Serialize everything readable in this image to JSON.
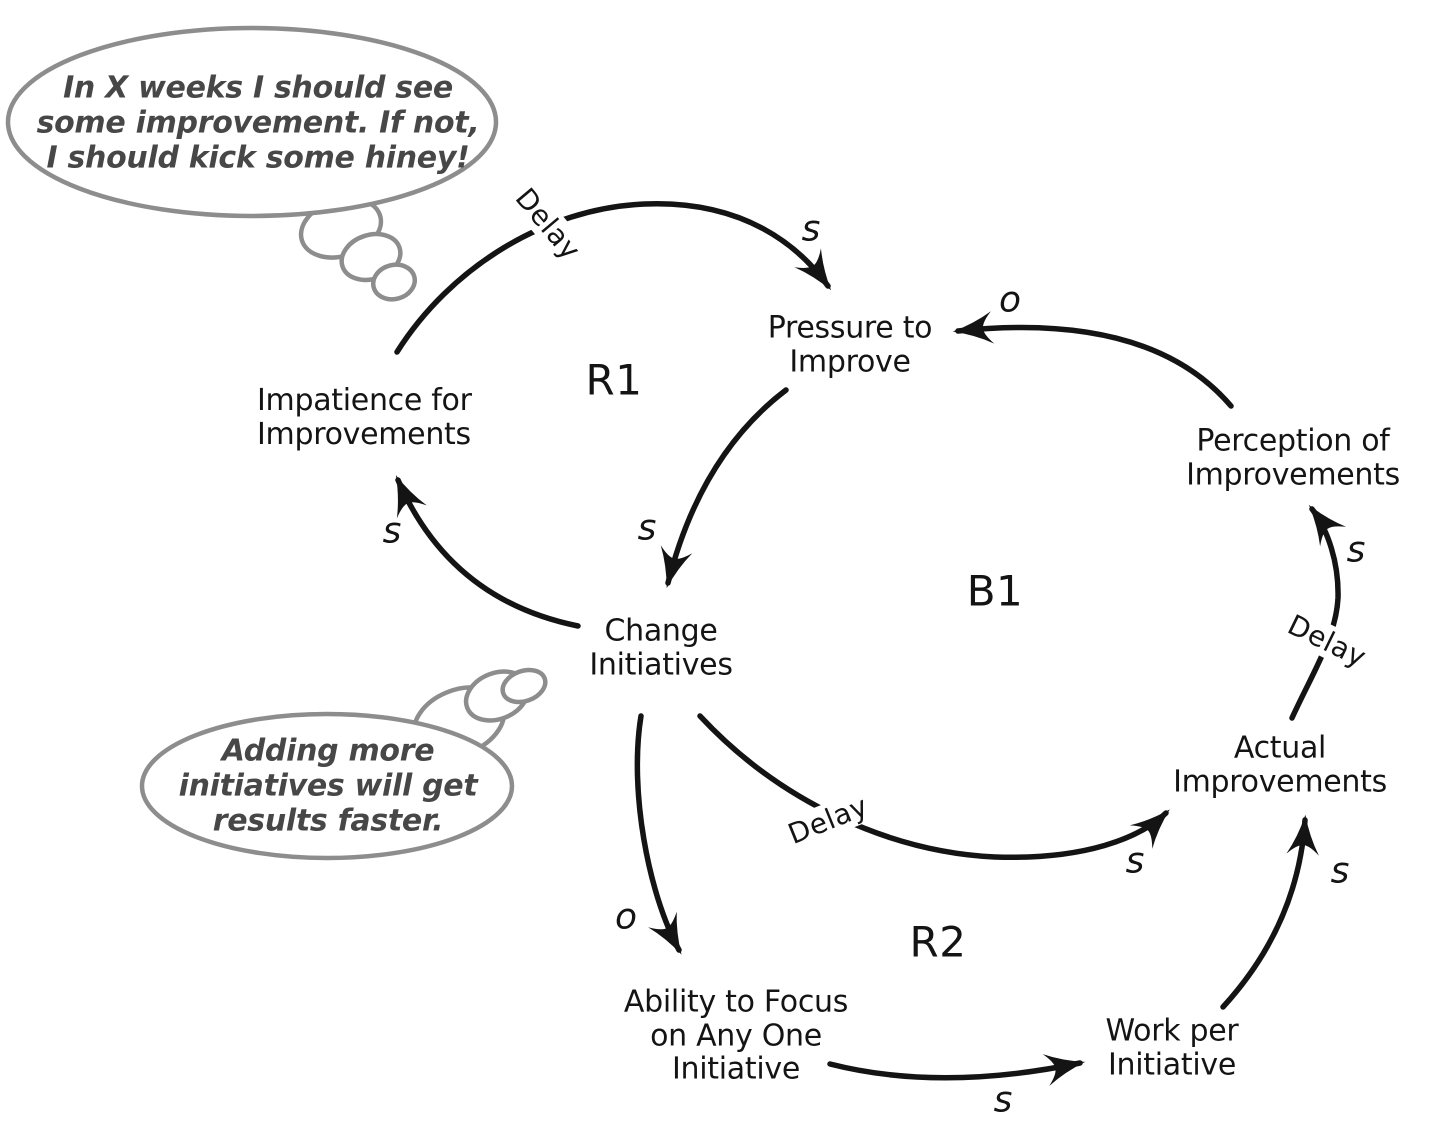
{
  "colors": {
    "ink": "#141414",
    "bubble_outline": "#8d8d8d",
    "bubble_text": "#474747",
    "background": "#ffffff"
  },
  "nodes": {
    "impatience": "Impatience for\nImprovements",
    "pressure": "Pressure to\nImprove",
    "perception": "Perception of\nImprovements",
    "change": "Change\nInitiatives",
    "actual": "Actual\nImprovements",
    "ability": "Ability to Focus\non Any One\nInitiative",
    "work": "Work per\nInitiative"
  },
  "loops": {
    "r1": "R1",
    "b1": "B1",
    "r2": "R2"
  },
  "edge_labels": {
    "impatience_pressure_delay": "Delay",
    "impatience_pressure_s": "s",
    "perception_pressure_o": "o",
    "pressure_change_s": "s",
    "change_impatience_s": "s",
    "change_ability_o": "o",
    "change_actual_delay": "Delay",
    "change_actual_s": "s",
    "ability_work_s": "s",
    "work_actual_s": "s",
    "actual_perception_delay": "Delay",
    "actual_perception_s": "s"
  },
  "thought_bubbles": {
    "impatience_thought": "In X weeks I should see\nsome improvement. If not,\nI should kick some hiney!",
    "initiatives_thought": "Adding more\ninitiatives will get\nresults faster."
  }
}
